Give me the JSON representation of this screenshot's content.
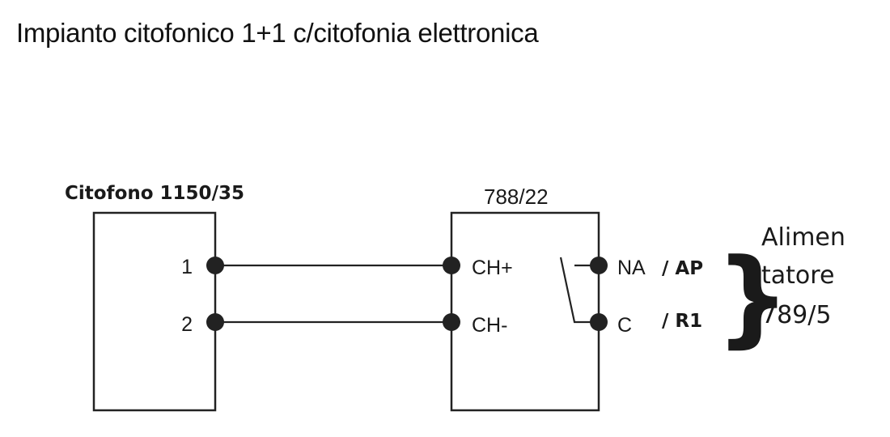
{
  "title": "Impianto citofonico 1+1 c/citofonia elettronica",
  "colors": {
    "line": "#222222",
    "text": "#1a1a1a",
    "background": "#ffffff"
  },
  "devices": {
    "intercom": {
      "label": "Citofono 1150/35",
      "terminals": [
        "1",
        "2"
      ]
    },
    "relay": {
      "label": "788/22",
      "left_terminals": [
        "CH+",
        "CH-"
      ],
      "right_terminals": [
        {
          "name": "NA",
          "alt": "/ AP"
        },
        {
          "name": "C",
          "alt": "/ R1"
        }
      ]
    },
    "power_supply": {
      "brace": "}",
      "label_lines": [
        "Alimen",
        "tatore",
        "789/5"
      ]
    }
  },
  "connections": [
    {
      "from": "1",
      "to": "CH+"
    },
    {
      "from": "2",
      "to": "CH-"
    }
  ]
}
